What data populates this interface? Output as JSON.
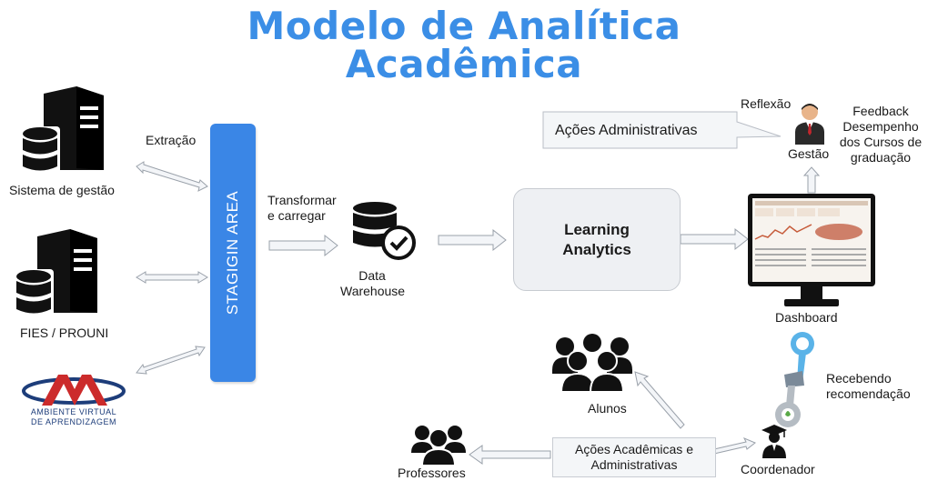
{
  "title": {
    "line1": "Modelo de Analítica",
    "line2": "Acadêmica"
  },
  "sources": {
    "extracao": "Extração",
    "sistema": "Sistema de gestão",
    "fies": "FIES / PROUNI",
    "ava_logo_text": "AVA",
    "ava_line1": "AMBIENTE VIRTUAL",
    "ava_line2": "DE APRENDIZAGEM"
  },
  "staging": {
    "label": "STAGIGIN AREA"
  },
  "transform": {
    "line1": "Transformar",
    "line2": "e carregar"
  },
  "warehouse": {
    "line1": "Data",
    "line2": "Warehouse"
  },
  "learning_analytics": {
    "line1": "Learning",
    "line2": "Analytics"
  },
  "dashboard": {
    "label": "Dashboard"
  },
  "admin_actions": {
    "label": "Ações Administrativas",
    "reflexao": "Reflexão"
  },
  "gestao": {
    "label": "Gestão",
    "feedback_lines": [
      "Feedback",
      "Desempenho",
      "dos Cursos de",
      "graduação"
    ]
  },
  "recommendation": {
    "line1": "Recebendo",
    "line2": "recomendação"
  },
  "alunos": {
    "label": "Alunos"
  },
  "professores": {
    "label": "Professores"
  },
  "coordenador": {
    "label": "Coordenador"
  },
  "academic_actions": {
    "line1": "Ações Acadêmicas e",
    "line2": "Administrativas"
  },
  "colors": {
    "title_blue": "#3b8ee6",
    "staging_blue": "#3a86e6",
    "arrow_fill": "#f3f5f8",
    "arrow_stroke": "#9aa1aa"
  }
}
